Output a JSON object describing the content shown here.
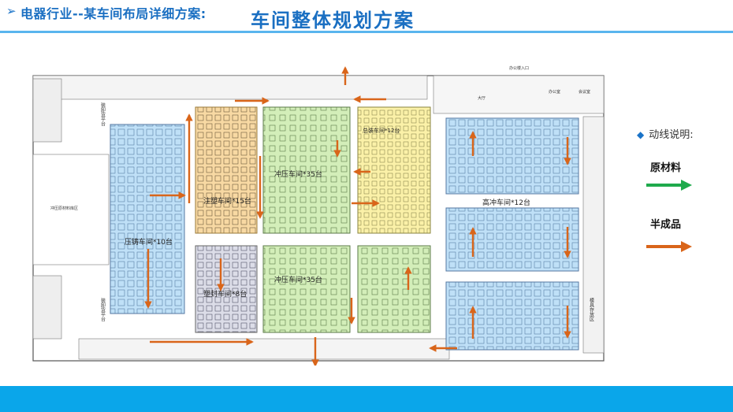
{
  "header": {
    "arrow": "➢",
    "prefix": "电器行业--某车间布局详细方案:",
    "title": "车间整体规划方案"
  },
  "legend": {
    "title": "动线说明:",
    "items": [
      {
        "label": "原材料",
        "color": "#1faa4c"
      },
      {
        "label": "半成品",
        "color": "#d9651a"
      }
    ]
  },
  "plan": {
    "zones": [
      {
        "key": "die_casting",
        "label": "压铸车间*10台"
      },
      {
        "key": "injection",
        "label": "注塑车间*15台"
      },
      {
        "key": "stamping_a",
        "label": "冲压车间*35台"
      },
      {
        "key": "stamping_b",
        "label": "冲压车间*35台"
      },
      {
        "key": "assembly_top",
        "label": "总装车间*12台"
      },
      {
        "key": "high_press",
        "label": "高冲车间*12台"
      },
      {
        "key": "sealing",
        "label": "塑封车间*8台"
      }
    ],
    "side_labels": {
      "unload_top": "装卸货平台",
      "unload_bottom": "装卸货平台",
      "mold_area": "模具存放区",
      "raw_store": "冲压原材料库区",
      "office_1": "办公室",
      "office_2": "会议室",
      "entrance": "办公楼入口",
      "hall": "大厅"
    }
  },
  "colors": {
    "brand": "#1a6fc2",
    "rule": "#59b5ee",
    "footer": "#0aa6ea",
    "orange": "#d9651a",
    "green": "#1faa4c"
  }
}
